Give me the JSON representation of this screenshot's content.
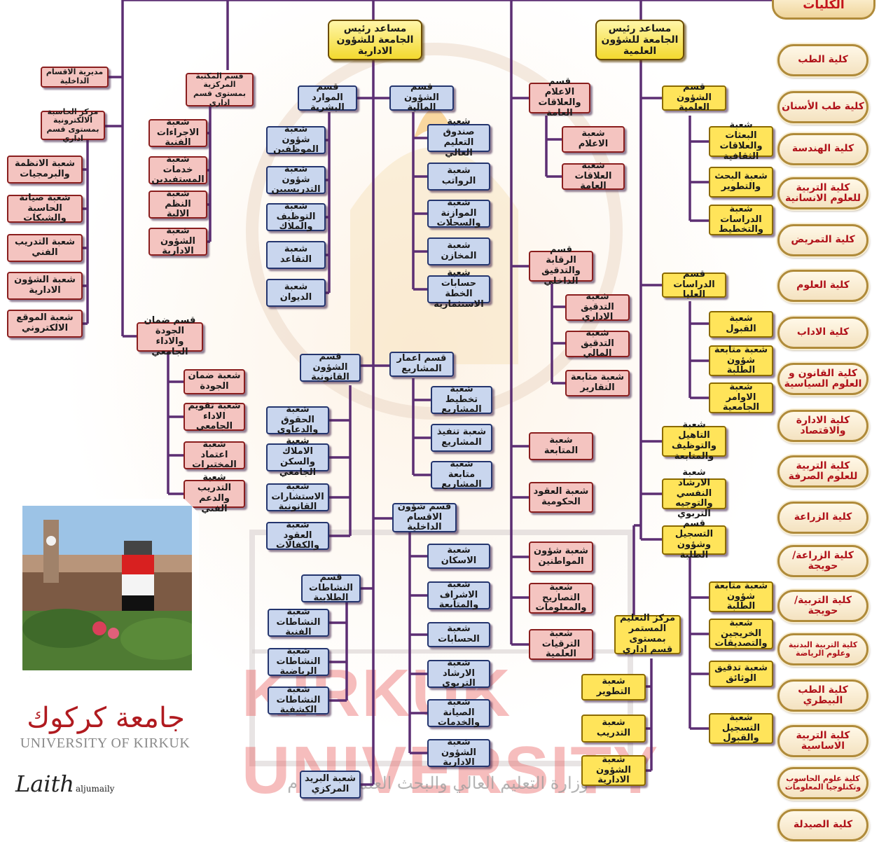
{
  "colors": {
    "line": "#5c2e73",
    "red_box": "#f4c4c0",
    "blue_box": "#c9d6ee",
    "yellow_box": "#ffe45a",
    "college_text": "#b0121a"
  },
  "colleges_header": "الكليات",
  "vp_admin": "مساعد رئيس الجامعة للشؤون الادارية",
  "vp_science": "مساعد رئيس الجامعة للشؤون العلمية",
  "colleges": [
    "كلية الطب",
    "كلية طب الأسنان",
    "كلية الهندسة",
    "كلية التربية للعلوم الانسانية",
    "كلية التمريض",
    "كلية العلوم",
    "كلية الاداب",
    "كلية القانون و العلوم السياسية",
    "كلية الادارة والاقتصاد",
    "كلية التربية للعلوم الصرفة",
    "كلية الزراعة",
    "كلية الزراعة/حويجة",
    "كلية التربية/حويجة",
    "كلية التربية البدنية وعلوم الرياضة",
    "كلية الطب البيطري",
    "كلية التربية الاساسية",
    "كلية علوم الحاسوب وتكنلوجيا المعلومات",
    "كلية الصيدلة"
  ],
  "left": {
    "internal_directorate": "مديرية الاقسام الداخلية",
    "computer_center": "مركز الحاسبة الالكترونية بمستوى قسم اداري",
    "computer_units": [
      "شعبة الانظمة والبرمجيات",
      "شعبة صيانة الحاسبة والشبكات",
      "شعبة التدريب الفني",
      "شعبة الشؤون الادارية",
      "شعبة الموقع الالكتروني"
    ],
    "central_library": "قسم المكتبة المركزية بمستوى قسم اداري",
    "library_units": [
      "شعبة الاجراءات الفنية",
      "شعبة خدمات المستفيدين",
      "شعبة النظم الالية",
      "شعبة الشؤون الادارية"
    ],
    "quality": "قسم ضمان الجودة والاداء الجامعي",
    "quality_units": [
      "شعبة ضمان الجودة",
      "شعبة تقويم الاداء الجامعي",
      "شعبة اعتماد المختبرات",
      "شعبة التدريب والدعم الفني"
    ]
  },
  "admin": {
    "hr": "قسم الموارد البشرية",
    "hr_units": [
      "شعبة شؤون الموظفين",
      "شعبة شؤون التدريسيين",
      "شعبة التوظيف والملاك",
      "شعبة التقاعد",
      "شعبة الديوان"
    ],
    "finance": "قسم الشؤون المالية",
    "finance_units": [
      "شعبة صندوق التعليم العالي",
      "شعبة الرواتب",
      "شعبة الموازنة والسجلات",
      "شعبة المخازن",
      "شعبة حسابات الخطة الاستثمارية"
    ],
    "legal": "قسم الشؤون القانونية",
    "legal_units": [
      "شعبة الحقوق والدعاوى",
      "شعبة الاملاك والسكن الجامعي",
      "شعبة الاستشارات القانونية",
      "شعبة العقود والكفالات"
    ],
    "projects": "قسم اعمار المشاريع",
    "projects_units": [
      "شعبة تخطيط المشاريع",
      "شعبة تنفيذ المشاريع",
      "شعبة متابعة المشاريع"
    ],
    "student_activities": "قسم النشاطات الطلابية",
    "activities_units": [
      "شعبة النشاطات الفنية",
      "شعبة النشاطات الرياضية",
      "شعبة النشاطات الكشفية"
    ],
    "dorms": "قسم شؤون الاقسام الداخلية",
    "dorms_units": [
      "شعبة الاسكان",
      "شعبة الاشراف والمتابعة",
      "شعبة الحسابات",
      "شعبة الارشاد التربوي",
      "شعبة الصيانة والخدمات",
      "شعبة الشؤون الادارية"
    ],
    "central_mail": "شعبة البريد المركزي"
  },
  "middle": {
    "media": "قسم الاعلام والعلاقات العامة",
    "media_units": [
      "شعبة الاعلام",
      "شعبة العلاقات العامة"
    ],
    "audit": "قسم الرقابة والتدقيق الداخلي",
    "audit_units": [
      "شعبة التدقيق الاداري",
      "شعبة التدقيق المالي",
      "شعبة متابعة التقارير"
    ],
    "follow_up": "شعبة المتابعة",
    "gov_contracts": "شعبة العقود الحكومية",
    "citizens": "شعبة شؤون المواطنين",
    "statements": "شعبة التصاريح والمعلومات",
    "promotions": "شعبة الترقيات العلمية"
  },
  "science": {
    "sci_affairs": "قسم الشؤون العلمية",
    "sci_units": [
      "شعبة البعثات والعلاقات الثقافية",
      "شعبة البحث والتطوير",
      "شعبة الدراسات والتخطيط"
    ],
    "grad": "قسم الدراسات العليا",
    "grad_units": [
      "شعبة القبول",
      "شعبة متابعة شؤون الطلبة",
      "شعبة الاوامر الجامعية"
    ],
    "rehab": "شعبة التاهيل والتوظيف والمتابعة",
    "counsel": "شعبة الارشاد النفسي والتوجيه التربوي",
    "registration": "قسم التسجيل وشؤون الطلبة",
    "registration_units": [
      "شعبة متابعة شؤون الطلبة",
      "شعبة الخريجين والتصديقات",
      "شعبة تدقيق الوثائق",
      "شعبة التسجيل والقبول"
    ],
    "continuing": "مركز التعليم المستمر بمستوى قسم اداري",
    "continuing_units": [
      "شعبة التطوير",
      "شعبة التدريب",
      "شعبة الشؤون الادارية"
    ]
  },
  "branding": {
    "logo_ar": "جامعة كركوك",
    "logo_en": "UNIVERSITY OF KIRKUK",
    "signature": "Laith",
    "signature_small": "aljumaily",
    "ministry": "وزارة التعليم العالي والبحث العلمي ٢٠٠٣ م",
    "watermark": "KIRKUK UNIVERSITY"
  }
}
